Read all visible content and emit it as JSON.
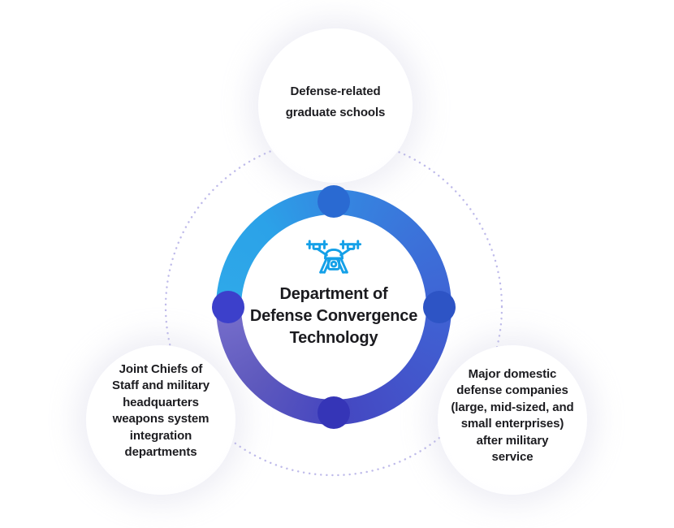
{
  "center": {
    "title": "Department of\nDefense Convergence\nTechnology",
    "icon": "drone-icon"
  },
  "nodes": [
    {
      "position": "top",
      "label": "Defense-related\ngraduate schools"
    },
    {
      "position": "bottom-left",
      "label": "Joint Chiefs of\nStaff and military\nheadquarters\nweapons system\nintegration\ndepartments"
    },
    {
      "position": "bottom-right",
      "label": "Major domestic\ndefense companies\n(large, mid-sized, and\nsmall enterprises)\nafter military\nservice"
    }
  ],
  "colors": {
    "ring_gradient": [
      "#2FA9E9",
      "#3488E1",
      "#3F63D4",
      "#4546C0",
      "#5E59BD",
      "#776FCC"
    ],
    "dot_top": "#2A6AD2",
    "dot_right": "#2D54C5",
    "dot_bottom": "#3535B7",
    "dot_left": "#3C40CB",
    "dashed_circle": "#B7B2E8",
    "icon_accent": "#14A0E8",
    "text": "#1C1C20",
    "node_background": "#FFFFFF"
  }
}
